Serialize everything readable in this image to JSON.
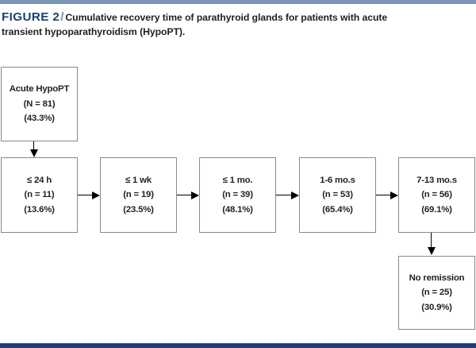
{
  "figure": {
    "label": "FIGURE 2",
    "separator": "/",
    "caption_line1": "Cumulative recovery time of parathyroid glands for patients with acute",
    "caption_line2": "transient hypoparathyroidism (HypoPT)."
  },
  "colors": {
    "top_rule": "#7b96b8",
    "bottom_rule": "#1c3f6e",
    "figure_label": "#1c3f6e",
    "separator": "#6f8fb4",
    "box_border": "#8a8a8a",
    "text": "#231f20",
    "connector": "#000000"
  },
  "chart_data": {
    "type": "diagram",
    "title": "Cumulative recovery time of parathyroid glands for patients with acute transient hypoparathyroidism (HypoPT).",
    "nodes": [
      {
        "id": "acute",
        "label": "Acute HypoPT",
        "count": "(N = 81)",
        "percent": "(43.3%)"
      },
      {
        "id": "24h",
        "label": "≤ 24 h",
        "count": "(n = 11)",
        "percent": "(13.6%)"
      },
      {
        "id": "1wk",
        "label": "≤ 1 wk",
        "count": "(n = 19)",
        "percent": "(23.5%)"
      },
      {
        "id": "1mo",
        "label": "≤ 1 mo.",
        "count": "(n = 39)",
        "percent": "(48.1%)"
      },
      {
        "id": "1to6mo",
        "label": "1-6 mo.s",
        "count": "(n = 53)",
        "percent": "(65.4%)"
      },
      {
        "id": "7to13mo",
        "label": "7-13 mo.s",
        "count": "(n = 56)",
        "percent": "(69.1%)"
      },
      {
        "id": "noremission",
        "label": "No remission",
        "count": "(n = 25)",
        "percent": "(30.9%)"
      }
    ],
    "edges": [
      {
        "from": "acute",
        "to": "24h",
        "direction": "down"
      },
      {
        "from": "24h",
        "to": "1wk",
        "direction": "right"
      },
      {
        "from": "1wk",
        "to": "1mo",
        "direction": "right"
      },
      {
        "from": "1mo",
        "to": "1to6mo",
        "direction": "right"
      },
      {
        "from": "1to6mo",
        "to": "7to13mo",
        "direction": "right"
      },
      {
        "from": "7to13mo",
        "to": "noremission",
        "direction": "down"
      }
    ]
  }
}
